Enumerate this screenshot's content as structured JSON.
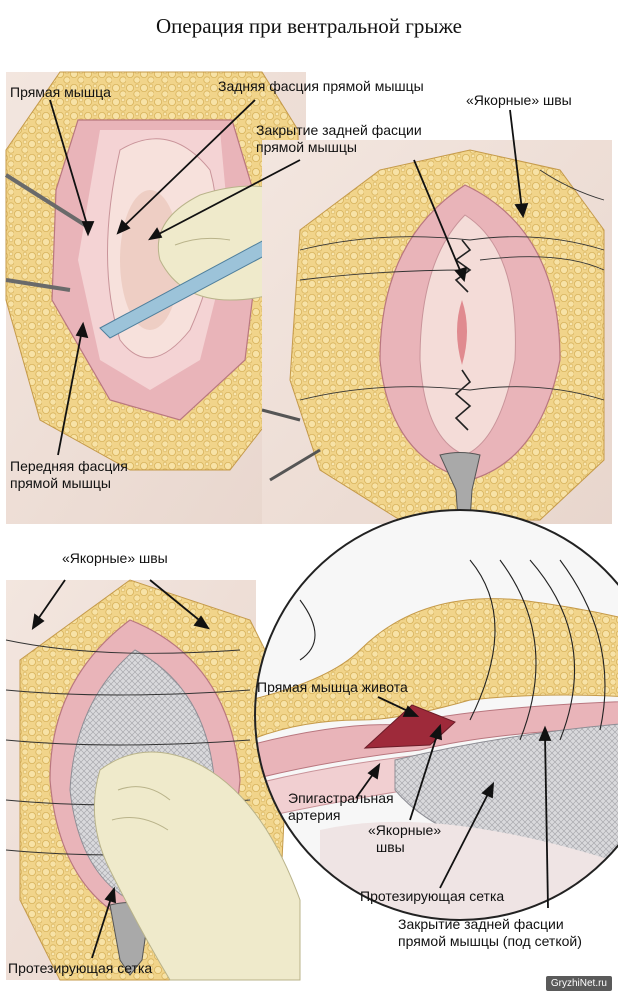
{
  "title": "Операция при вентральной грыже",
  "labels": {
    "rectus_muscle": "Прямая мышца",
    "posterior_fascia": "Задняя фасция прямой мышцы",
    "anchor_sutures_top": "«Якорные» швы",
    "closure_posterior_line1": "Закрытие задней фасции",
    "closure_posterior_line2": "прямой мышцы",
    "anterior_fascia_line1": "Передняя фасция",
    "anterior_fascia_line2": "прямой мышцы",
    "anchor_sutures_bottom": "«Якорные» швы",
    "rectus_abdominis": "Прямая мышца живота",
    "epigastric_line1": "Эпигастральная",
    "epigastric_line2": "артерия",
    "anchor_small_line1": "«Якорные»",
    "anchor_small_line2": "швы",
    "prosthetic_mesh_right": "Протезирующая сетка",
    "closure_under_mesh_line1": "Закрытие задней фасции",
    "closure_under_mesh_line2": "прямой мышцы (под сеткой)",
    "prosthetic_mesh_left": "Протезирующая сетка"
  },
  "watermark": "GryzhiNet.ru"
}
